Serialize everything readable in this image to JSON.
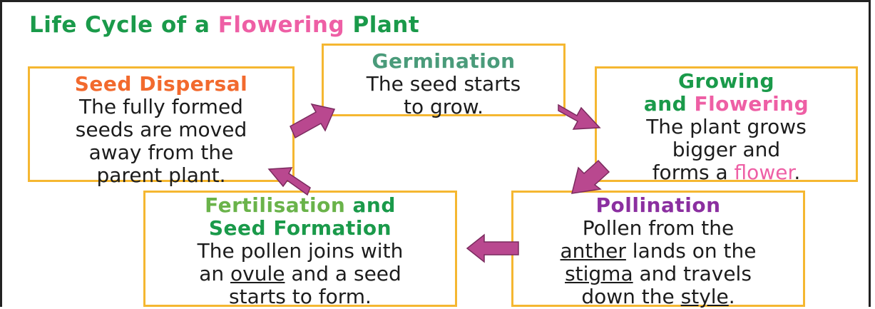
{
  "title": {
    "part1": "Life Cycle of a ",
    "part2": "Flowering",
    "part3": " Plant"
  },
  "colors": {
    "green": "#1a9a4a",
    "pink": "#ee5fa5",
    "orange": "#f26a2e",
    "teal": "#4a9b7a",
    "lightgreen": "#6ab34a",
    "purple": "#8b2fa0",
    "box_border": "#f5b731",
    "arrow": "#b9488f"
  },
  "stages": {
    "germination": {
      "heading": "Germination",
      "lines": [
        "The seed starts",
        "to grow."
      ]
    },
    "seed_dispersal": {
      "heading": "Seed Dispersal",
      "lines": [
        "The fully formed",
        "seeds are moved",
        "away from the",
        "parent plant."
      ]
    },
    "growing": {
      "heading_line1": "Growing",
      "heading_and": "and ",
      "heading_flowering": "Flowering",
      "lines": [
        "The plant grows",
        "bigger and"
      ],
      "last_line_pre": "forms a ",
      "last_line_word": "flower",
      "last_line_post": "."
    },
    "fertilisation": {
      "heading_a": "Fertilisation",
      "heading_and": " and",
      "heading_line2": "Seed Formation",
      "line1": "The pollen joins with",
      "line2_pre": "an ",
      "line2_word": "ovule",
      "line2_post": " and a seed",
      "line3": "starts to form."
    },
    "pollination": {
      "heading": "Pollination",
      "line1": "Pollen from the",
      "line2_word": "anther",
      "line2_post": " lands on the",
      "line3_word": "stigma",
      "line3_post": " and travels",
      "line4_pre": "down the ",
      "line4_word": "style",
      "line4_post": "."
    }
  }
}
